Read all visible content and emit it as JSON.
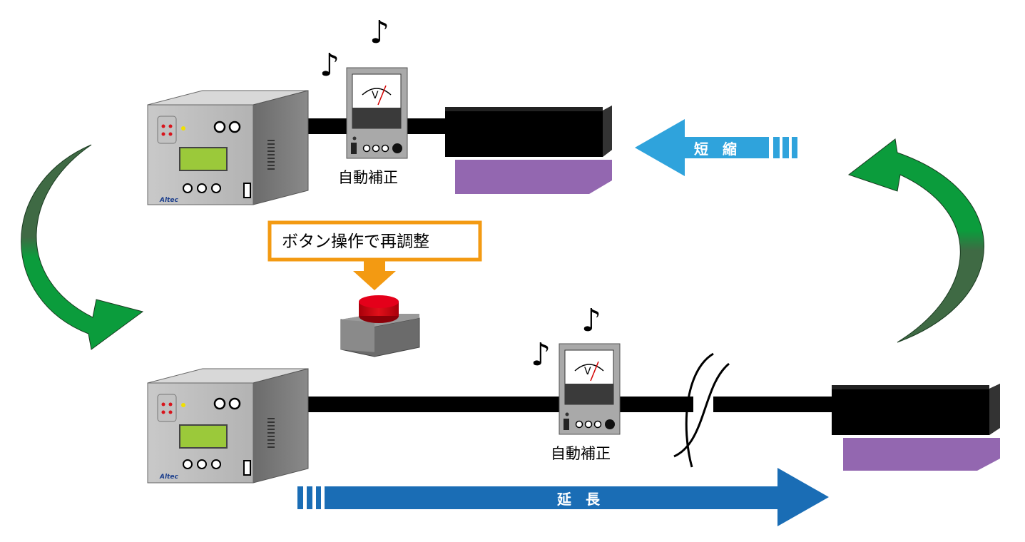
{
  "labels": {
    "auto_correct_top": "自動補正",
    "auto_correct_bottom": "自動補正",
    "button_callout": "ボタン操作で再調整",
    "shorten": "短　縮",
    "extend": "延　長",
    "meter_unit_top": "V",
    "meter_unit_bottom": "V",
    "brand_top": "Altec",
    "brand_bottom": "Altec"
  },
  "icons": {
    "note": "music-note-icon",
    "meter": "voltmeter-icon",
    "button": "red-push-button-icon",
    "arrow_cycle": "curved-arrow-icon"
  },
  "colors": {
    "shorten_arrow": "#2fa3dc",
    "extend_arrow": "#1a6db5",
    "callout_border": "#f39a12",
    "curve_green": "#0b9c3c",
    "curve_dark": "#3d6a45",
    "purple_base": "#9367b0",
    "lcd_green": "#9bc93a",
    "push_button_red": "#d6000f"
  }
}
